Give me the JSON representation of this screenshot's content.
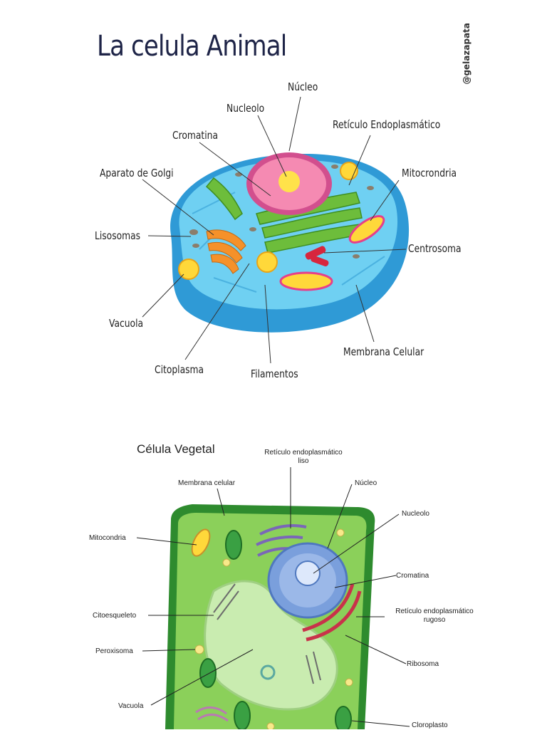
{
  "animal": {
    "title": "La celula Animal",
    "watermark": "@gelazapata",
    "labels": {
      "nucleo": "Núcleo",
      "nucleolo": "Nucleolo",
      "reticulo": "Retículo Endoplasmático",
      "cromatina": "Cromatina",
      "golgi": "Aparato de Golgi",
      "mitocondria": "Mitocrondria",
      "lisosomas": "Lisosomas",
      "centrosoma": "Centrosoma",
      "vacuola": "Vacuola",
      "membrana": "Membrana Celular",
      "citoplasma": "Citoplasma",
      "filamentos": "Filamentos"
    }
  },
  "vegetal": {
    "title": "Célula Vegetal",
    "labels": {
      "reticulo_liso_1": "Retículo endoplasmático",
      "reticulo_liso_2": "liso",
      "membrana": "Membrana celular",
      "nucleo": "Núcleo",
      "nucleolo": "Nucleolo",
      "mitocondria": "Mitocondria",
      "cromatina": "Cromatina",
      "citoesqueleto": "Citoesqueleto",
      "reticulo_rugoso_1": "Retículo endoplasmático",
      "reticulo_rugoso_2": "rugoso",
      "peroxisoma": "Peroxisoma",
      "ribosoma": "Ribosoma",
      "vacuola": "Vacuola",
      "cloroplasto": "Cloroplasto"
    }
  },
  "colors": {
    "cytoplasm_animal": "#5cc6ec",
    "membrane_animal": "#3aa0d8",
    "nucleus_pink": "#f27aa8",
    "nucleolus_yellow": "#ffe24a",
    "er_green": "#6fbf3a",
    "golgi_orange": "#f5912a",
    "cell_wall": "#2e8b2e",
    "plant_cytoplasm": "#8bd05a",
    "vacuole": "#c9ecb0",
    "nucleus_blue": "#7a9fdc"
  }
}
